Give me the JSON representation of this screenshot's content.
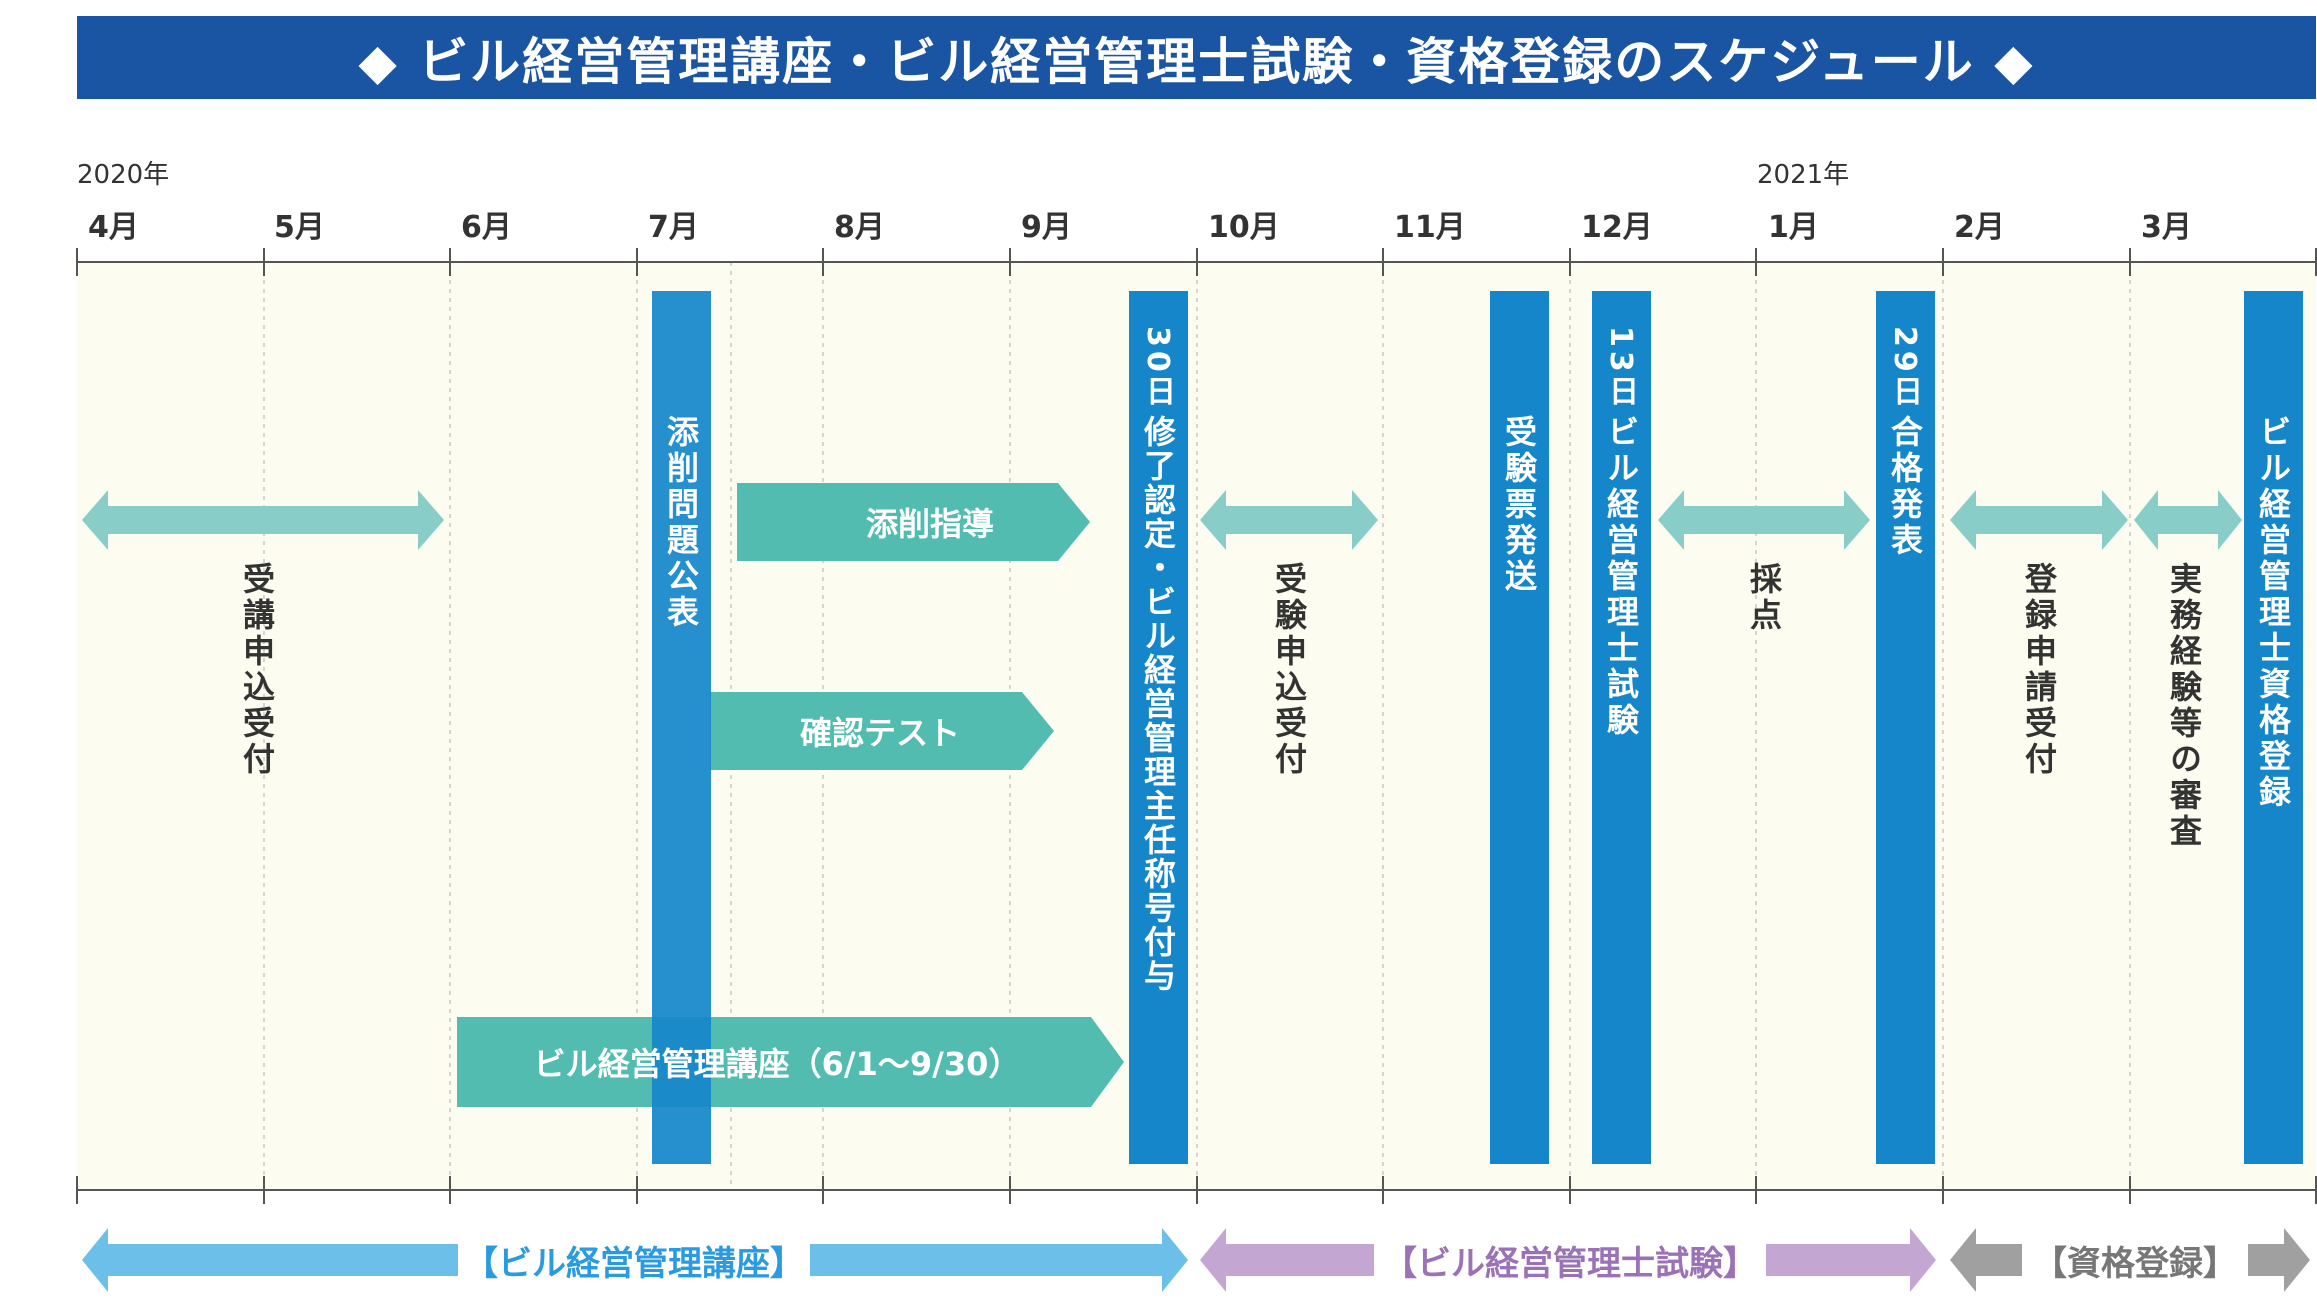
{
  "title": "◆ ビル経営管理講座・ビル経営管理士試験・資格登録のスケジュール ◆",
  "years": {
    "start": "2020年",
    "next": "2021年"
  },
  "months": [
    "4月",
    "5月",
    "6月",
    "7月",
    "8月",
    "9月",
    "10月",
    "11月",
    "12月",
    "1月",
    "2月",
    "3月"
  ],
  "colors": {
    "banner": "#1a55a3",
    "bar": "#1586ca",
    "teal": "#52bcb0",
    "light_arrow": "#88cdc8",
    "section_blue": "#6bbfe9",
    "section_purple": "#c3a6d2",
    "section_gray": "#a0a0a0",
    "bg": "#fcfcf0"
  },
  "bars": {
    "tensaku_koukai": "添削問題公表",
    "shuryo": {
      "date": "30日",
      "text": "修了認定・ビル経営管理主任称号付与"
    },
    "juken_hyo": "受験票発送",
    "shiken": {
      "date": "13日",
      "text": "ビル経営管理士試験"
    },
    "gokaku": {
      "date": "29日",
      "text": "合格発表"
    },
    "toroku": "ビル経営管理士資格登録"
  },
  "periods": {
    "koza_moshikomi": "受講申込受付",
    "juken_moshikomi": "受験申込受付",
    "saiten": "採点",
    "toroku_shinsei": "登録申請受付",
    "jitsumu_shinsa": "実務経験等の審査"
  },
  "tasks": {
    "tensaku_shido": "添削指導",
    "kakunin_test": "確認テスト",
    "koza": "ビル経営管理講座（6/1～9/30）"
  },
  "sections": {
    "koza": "【ビル経営管理講座】",
    "shiken": "【ビル経営管理士試験】",
    "toroku": "【資格登録】"
  }
}
